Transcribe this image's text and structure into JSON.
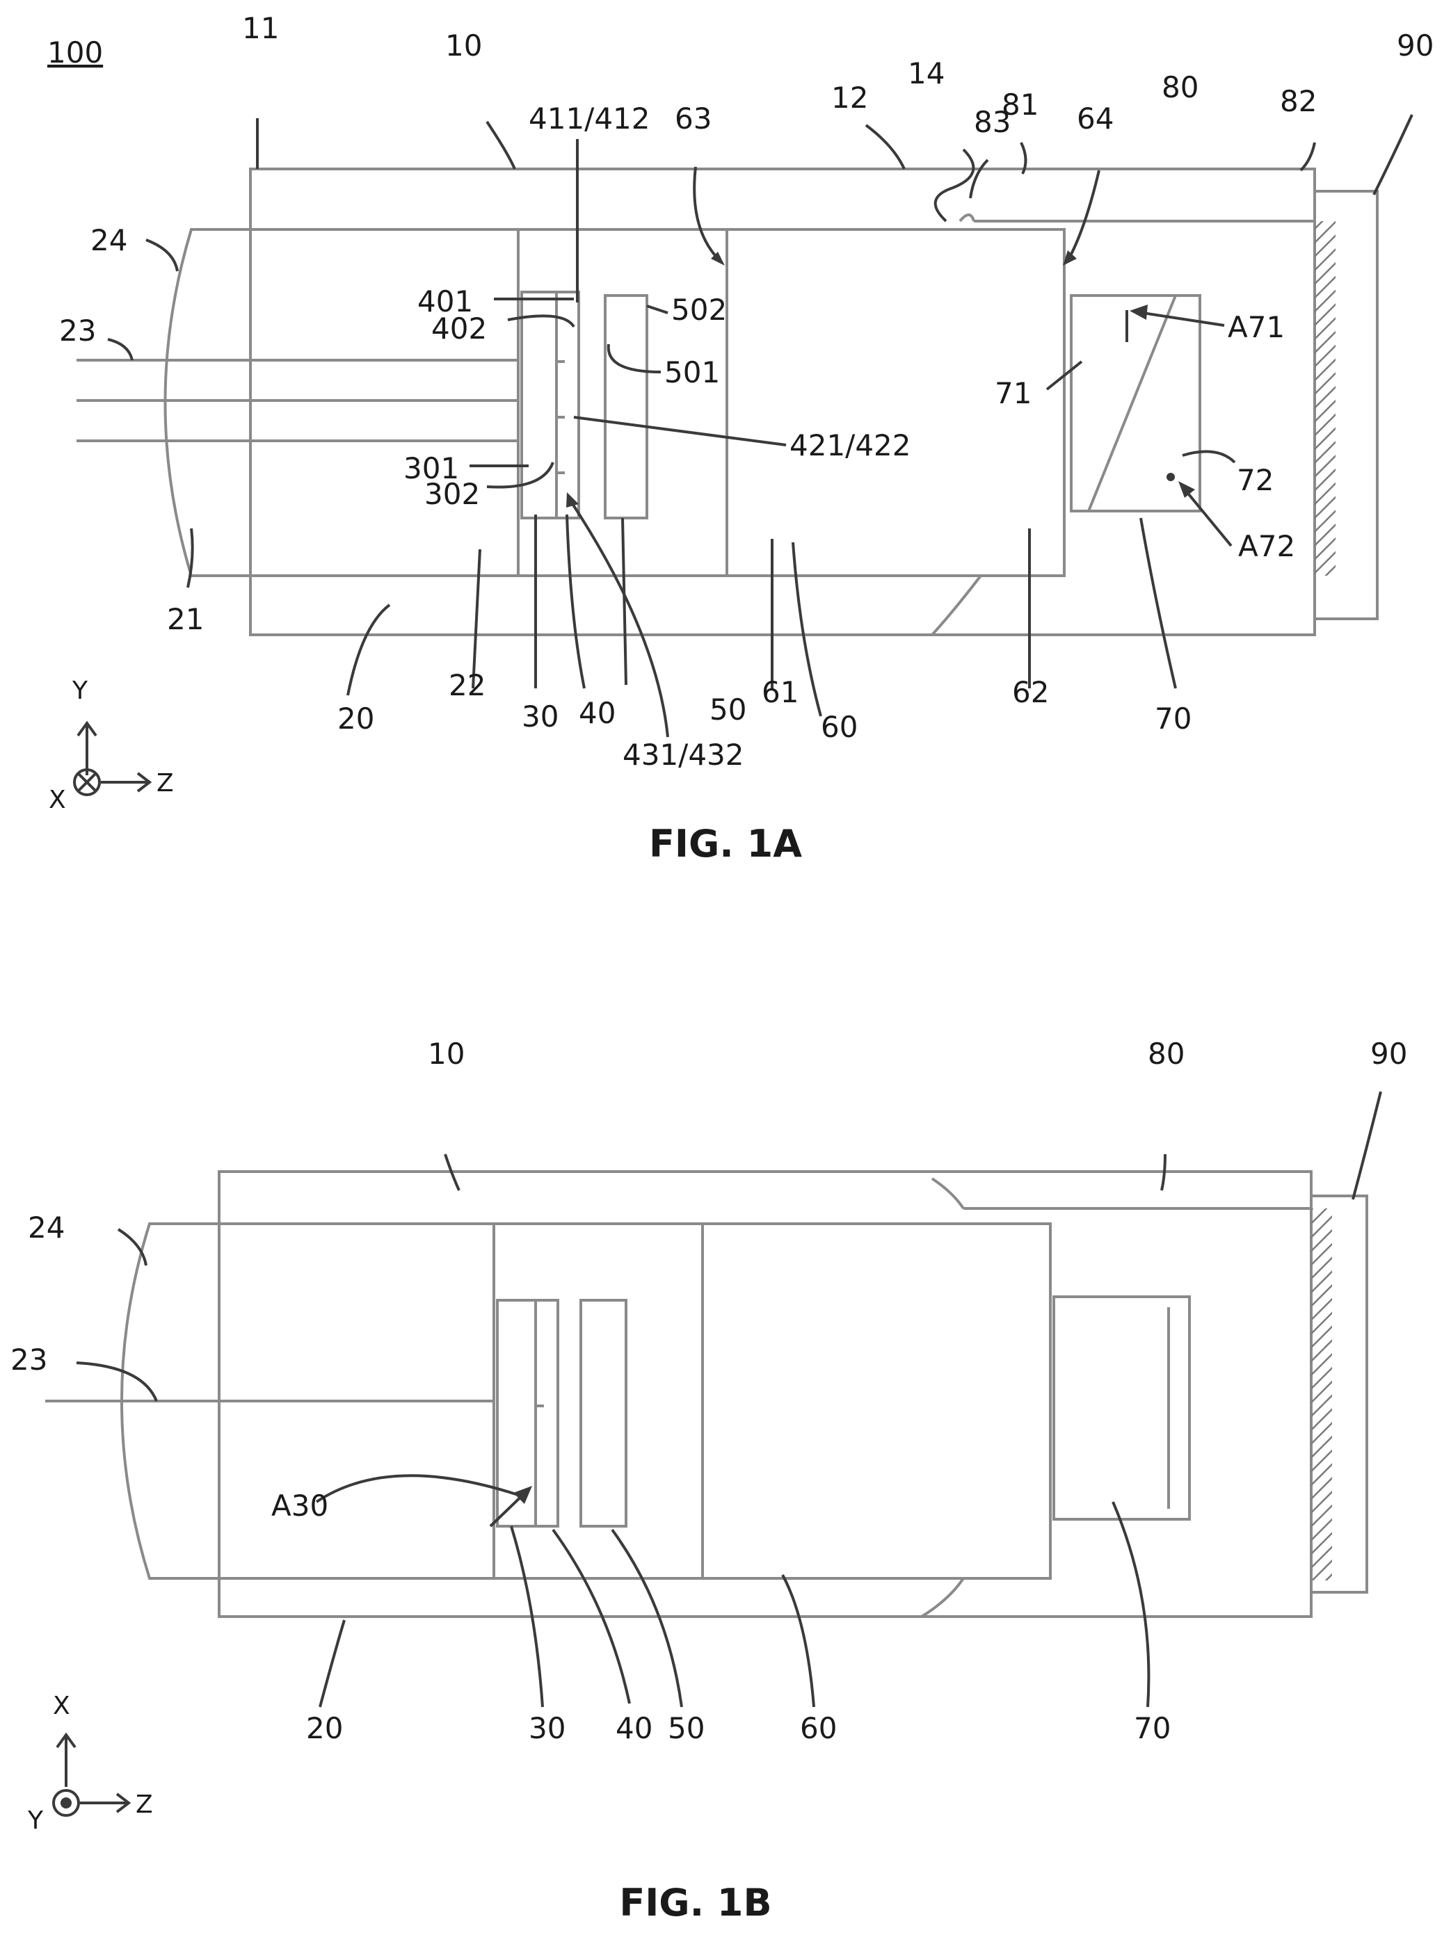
{
  "fig1a": {
    "caption": "FIG. 1A",
    "ref": "100",
    "labels": {
      "l11": "11",
      "l10": "10",
      "l12": "12",
      "l14": "14",
      "l80": "80",
      "l82": "82",
      "l90": "90",
      "l83": "83",
      "l81": "81",
      "l64": "64",
      "l63": "63",
      "l411": "411/412",
      "l24": "24",
      "l23": "23",
      "l401": "401",
      "l402": "402",
      "l502": "502",
      "l501": "501",
      "lA71": "A71",
      "l71": "71",
      "l421": "421/422",
      "l72": "72",
      "l301": "301",
      "l302": "302",
      "lA72": "A72",
      "l21": "21",
      "l20": "20",
      "l22": "22",
      "l30": "30",
      "l40": "40",
      "l431": "431/432",
      "l50": "50",
      "l61": "61",
      "l60": "60",
      "l62": "62",
      "l70": "70"
    },
    "axes": {
      "up": "Y",
      "right": "Z",
      "into": "X"
    }
  },
  "fig1b": {
    "caption": "FIG. 1B",
    "labels": {
      "l10": "10",
      "l80": "80",
      "l90": "90",
      "l24": "24",
      "l23": "23",
      "lA30": "A30",
      "l20": "20",
      "l30": "30",
      "l40": "40",
      "l50": "50",
      "l60": "60",
      "l70": "70"
    },
    "axes": {
      "up": "X",
      "right": "Z",
      "out": "Y"
    }
  }
}
